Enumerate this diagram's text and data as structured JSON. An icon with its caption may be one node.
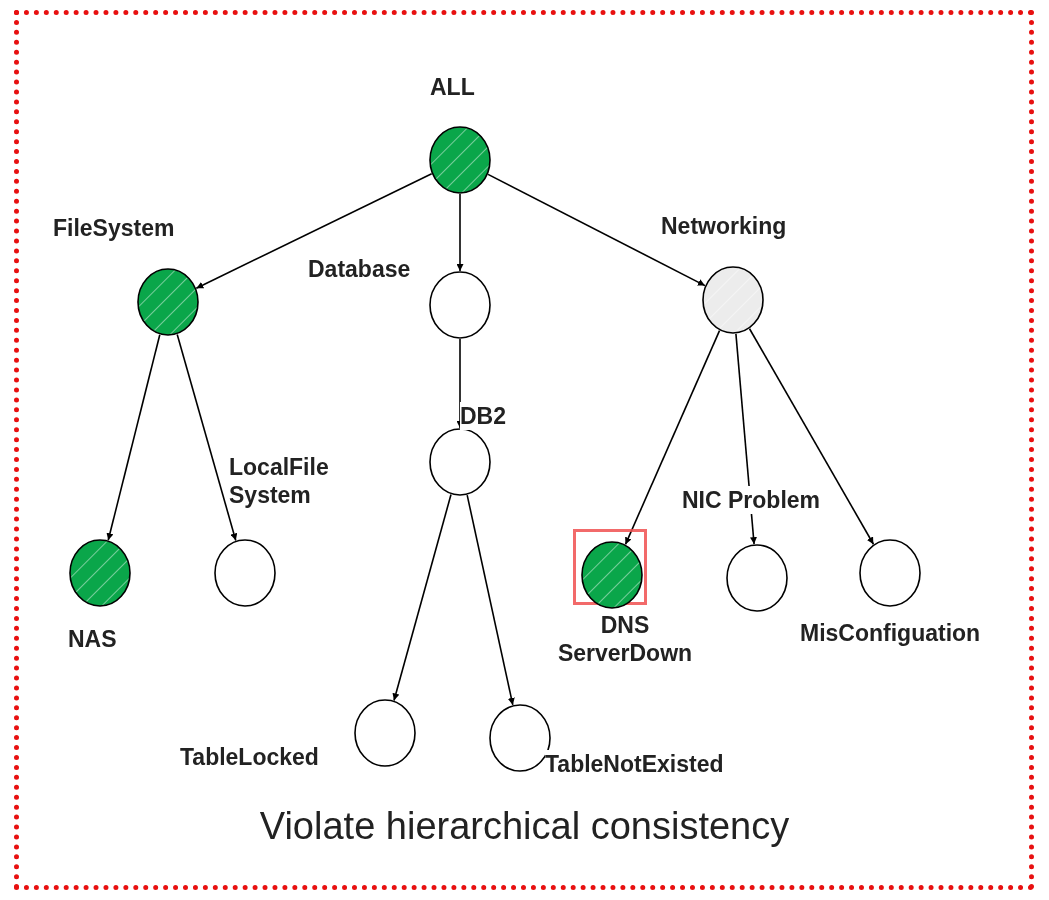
{
  "diagram": {
    "caption": "Violate hierarchical consistency",
    "nodes": [
      {
        "text": [
          "ALL"
        ]
      },
      {
        "text": [
          "FileSystem"
        ]
      },
      {
        "text": [
          "Database"
        ]
      },
      {
        "text": [
          "Networking"
        ]
      },
      {
        "text": [
          "NAS"
        ]
      },
      {
        "text": [
          "LocalFile System"
        ]
      },
      {
        "text": [
          "DB2"
        ]
      },
      {
        "text": [
          "DNS ServerDown"
        ]
      },
      {
        "text": [
          "NIC Problem"
        ]
      },
      {
        "text": [
          "MisConfiguation"
        ]
      },
      {
        "text": [
          "TableLocked"
        ]
      },
      {
        "text": [
          "TableNotExisted"
        ]
      }
    ],
    "edges": [
      {
        "from": 0,
        "to": 1,
        "arrow": "to"
      },
      {
        "from": 0,
        "to": 2,
        "arrow": "to"
      },
      {
        "from": 0,
        "to": 3,
        "arrow": "to"
      },
      {
        "from": 1,
        "to": 4,
        "arrow": "to"
      },
      {
        "from": 1,
        "to": 5,
        "arrow": "to"
      },
      {
        "from": 2,
        "to": 6,
        "arrow": "to"
      },
      {
        "from": 3,
        "to": 7,
        "arrow": "to"
      },
      {
        "from": 3,
        "to": 8,
        "arrow": "to"
      },
      {
        "from": 3,
        "to": 9,
        "arrow": "to"
      },
      {
        "from": 6,
        "to": 10,
        "arrow": "to"
      },
      {
        "from": 6,
        "to": 11,
        "arrow": "to"
      }
    ]
  }
}
